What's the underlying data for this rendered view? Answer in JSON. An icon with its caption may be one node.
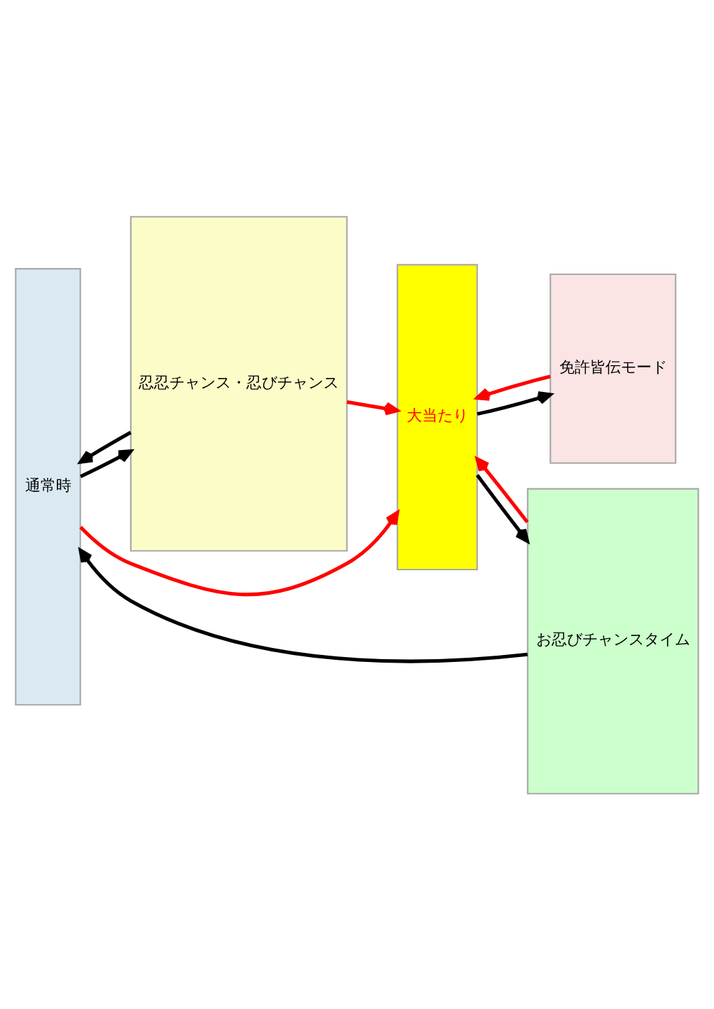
{
  "diagram": {
    "nodes": [
      {
        "text": [
          "通常時"
        ]
      },
      {
        "text": [
          "忍忍チャンス・忍びチャンス"
        ]
      },
      {
        "text": [
          "大当たり"
        ]
      },
      {
        "text": [
          "お忍びチャンスタイム"
        ]
      },
      {
        "text": [
          "免許皆伝モード"
        ]
      }
    ],
    "edges": [
      {
        "from": 0,
        "to": 2,
        "arrow": "to",
        "color": "#ff0000"
      },
      {
        "from": 4,
        "to": 2,
        "arrow": "to",
        "color": "#ff0000"
      },
      {
        "from": 2,
        "to": 4,
        "arrow": "to"
      },
      {
        "from": 1,
        "to": 2,
        "arrow": "to",
        "color": "#ff0000"
      },
      {
        "from": 0,
        "to": 1,
        "arrow": "to"
      },
      {
        "from": 1,
        "to": 0,
        "arrow": "to"
      },
      {
        "from": 2,
        "to": 3,
        "arrow": "to"
      },
      {
        "from": 3,
        "to": 2,
        "arrow": "to",
        "color": "#ff0000"
      },
      {
        "from": 3,
        "to": 0,
        "arrow": "to"
      }
    ]
  }
}
